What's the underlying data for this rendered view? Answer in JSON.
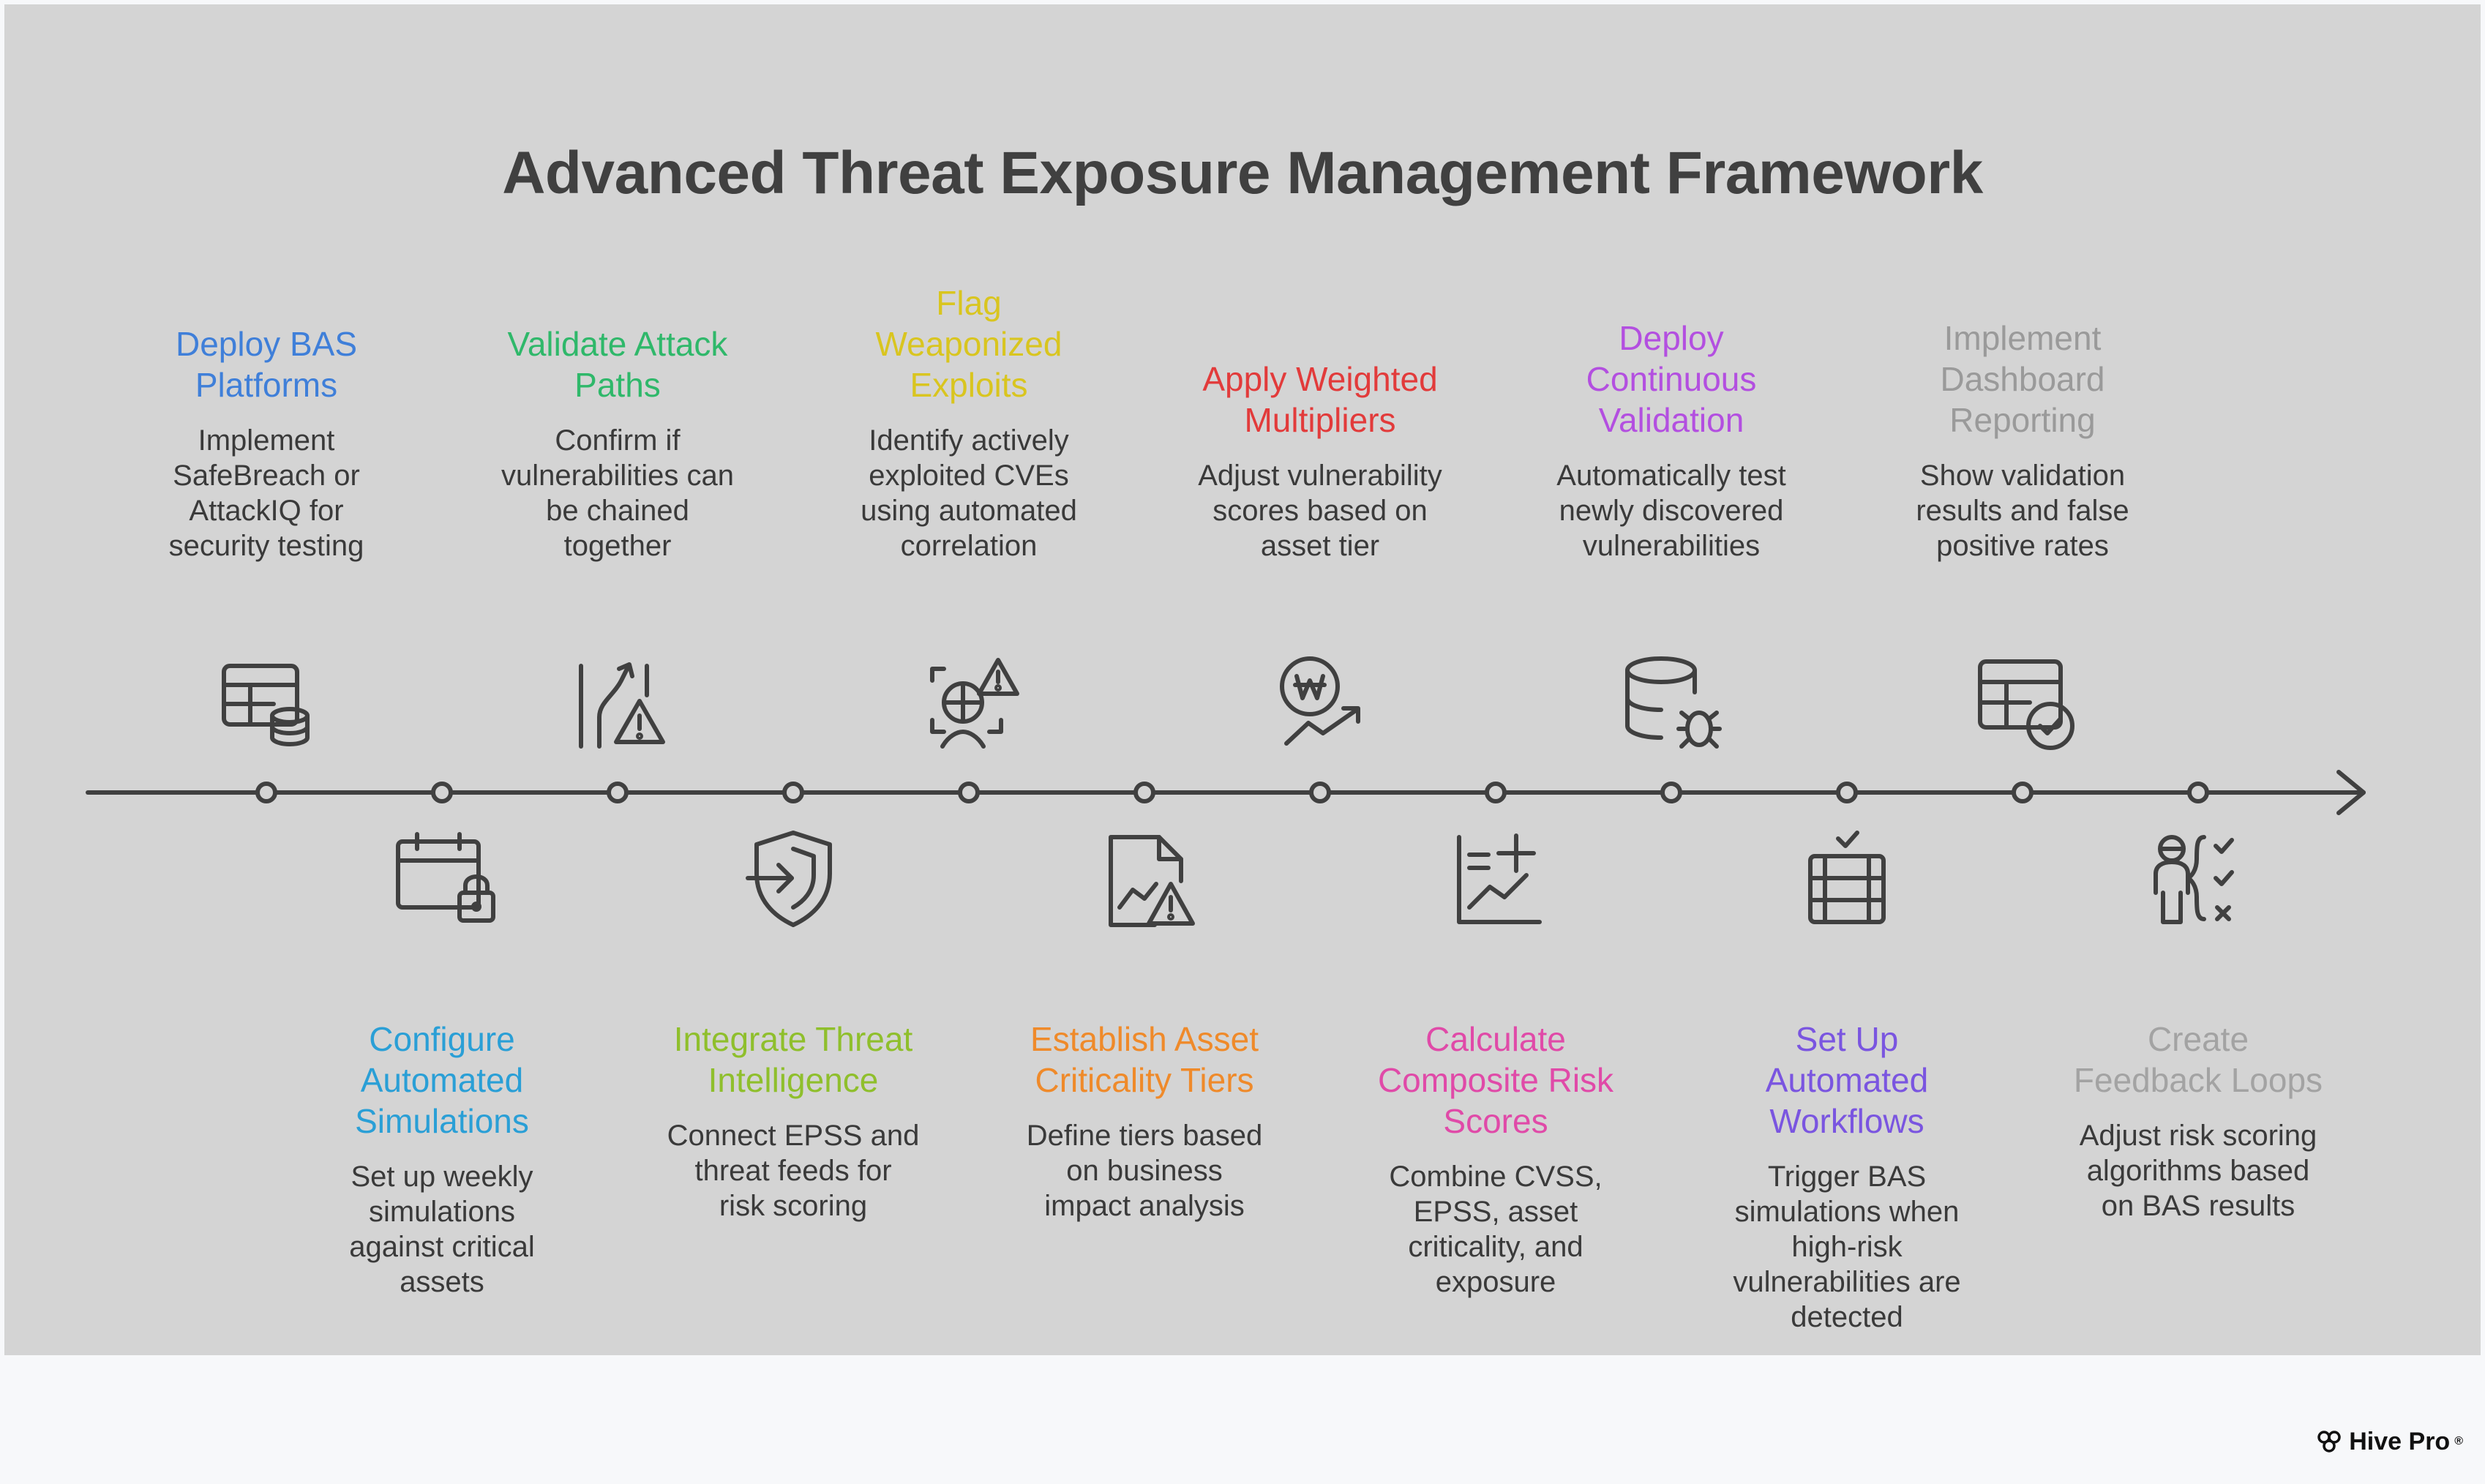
{
  "title": "Advanced Threat Exposure Management Framework",
  "colors": {
    "blue": "#3f7fd9",
    "green": "#2fb86a",
    "yellow": "#d9c51f",
    "red": "#e23b3b",
    "purple": "#b34fe0",
    "gray": "#9a9a9a",
    "cyan": "#2a9fd6",
    "lime": "#8fbf2c",
    "orange": "#ef8a2a",
    "pink": "#e04aa8",
    "violet": "#7a55e0",
    "lightgray": "#a3a3a3",
    "line": "#404040"
  },
  "steps_top": [
    {
      "title": "Deploy BAS Platforms",
      "lines": [
        "Deploy BAS",
        "Platforms"
      ],
      "description": "Implement SafeBreach or AttackIQ for security testing",
      "desc_lines": [
        "Implement",
        "SafeBreach or",
        "AttackIQ for",
        "security testing"
      ],
      "color": "#3f7fd9",
      "icon": "table-database-icon"
    },
    {
      "title": "Validate Attack Paths",
      "lines": [
        "Validate Attack",
        "Paths"
      ],
      "description": "Confirm if vulnerabilities can be chained together",
      "desc_lines": [
        "Confirm if",
        "vulnerabilities can",
        "be chained",
        "together"
      ],
      "color": "#2fb86a",
      "icon": "path-warning-icon"
    },
    {
      "title": "Flag Weaponized Exploits",
      "lines": [
        "Flag",
        "Weaponized",
        "Exploits"
      ],
      "description": "Identify actively exploited CVEs using automated correlation",
      "desc_lines": [
        "Identify actively",
        "exploited CVEs",
        "using automated",
        "correlation"
      ],
      "color": "#d9c51f",
      "icon": "target-alert-icon"
    },
    {
      "title": "Apply Weighted Multipliers",
      "lines": [
        "Apply Weighted",
        "Multipliers"
      ],
      "description": "Adjust vulnerability scores based on asset tier",
      "desc_lines": [
        "Adjust vulnerability",
        "scores based on",
        "asset tier"
      ],
      "color": "#e23b3b",
      "icon": "currency-growth-icon"
    },
    {
      "title": "Deploy Continuous Validation",
      "lines": [
        "Deploy",
        "Continuous",
        "Validation"
      ],
      "description": "Automatically test newly discovered vulnerabilities",
      "desc_lines": [
        "Automatically test",
        "newly discovered",
        "vulnerabilities"
      ],
      "color": "#b34fe0",
      "icon": "database-bug-icon"
    },
    {
      "title": "Implement Dashboard Reporting",
      "lines": [
        "Implement",
        "Dashboard",
        "Reporting"
      ],
      "description": "Show validation results and false positive rates",
      "desc_lines": [
        "Show validation",
        "results and false",
        "positive rates"
      ],
      "color": "#9a9a9a",
      "icon": "table-check-icon"
    }
  ],
  "steps_bottom": [
    {
      "title": "Configure Automated Simulations",
      "lines": [
        "Configure",
        "Automated",
        "Simulations"
      ],
      "description": "Set up weekly simulations against critical assets",
      "desc_lines": [
        "Set up weekly",
        "simulations",
        "against critical",
        "assets"
      ],
      "color": "#2a9fd6",
      "icon": "calendar-lock-icon"
    },
    {
      "title": "Integrate Threat Intelligence",
      "lines": [
        "Integrate Threat",
        "Intelligence"
      ],
      "description": "Connect EPSS and threat feeds for risk scoring",
      "desc_lines": [
        "Connect EPSS and",
        "threat feeds for",
        "risk scoring"
      ],
      "color": "#8fbf2c",
      "icon": "shield-login-icon"
    },
    {
      "title": "Establish Asset Criticality Tiers",
      "lines": [
        "Establish Asset",
        "Criticality Tiers"
      ],
      "description": "Define tiers based on business impact analysis",
      "desc_lines": [
        "Define tiers based",
        "on business",
        "impact analysis"
      ],
      "color": "#ef8a2a",
      "icon": "report-warning-icon"
    },
    {
      "title": "Calculate Composite Risk Scores",
      "lines": [
        "Calculate",
        "Composite Risk",
        "Scores"
      ],
      "description": "Combine CVSS, EPSS, asset criticality, and exposure",
      "desc_lines": [
        "Combine CVSS,",
        "EPSS, asset",
        "criticality, and",
        "exposure"
      ],
      "color": "#e04aa8",
      "icon": "chart-plus-icon"
    },
    {
      "title": "Set Up Automated Workflows",
      "lines": [
        "Set Up",
        "Automated",
        "Workflows"
      ],
      "description": "Trigger BAS simulations when high-risk vulnerabilities are detected",
      "desc_lines": [
        "Trigger BAS",
        "simulations when",
        "high-risk",
        "vulnerabilities are",
        "detected"
      ],
      "color": "#7a55e0",
      "icon": "server-check-icon"
    },
    {
      "title": "Create Feedback Loops",
      "lines": [
        "Create",
        "Feedback Loops"
      ],
      "description": "Adjust risk scoring algorithms based on BAS results",
      "desc_lines": [
        "Adjust risk scoring",
        "algorithms based",
        "on BAS results"
      ],
      "color": "#a3a3a3",
      "icon": "person-checklist-icon"
    }
  ],
  "logo": {
    "text": "Hive Pro",
    "mark": "®"
  }
}
